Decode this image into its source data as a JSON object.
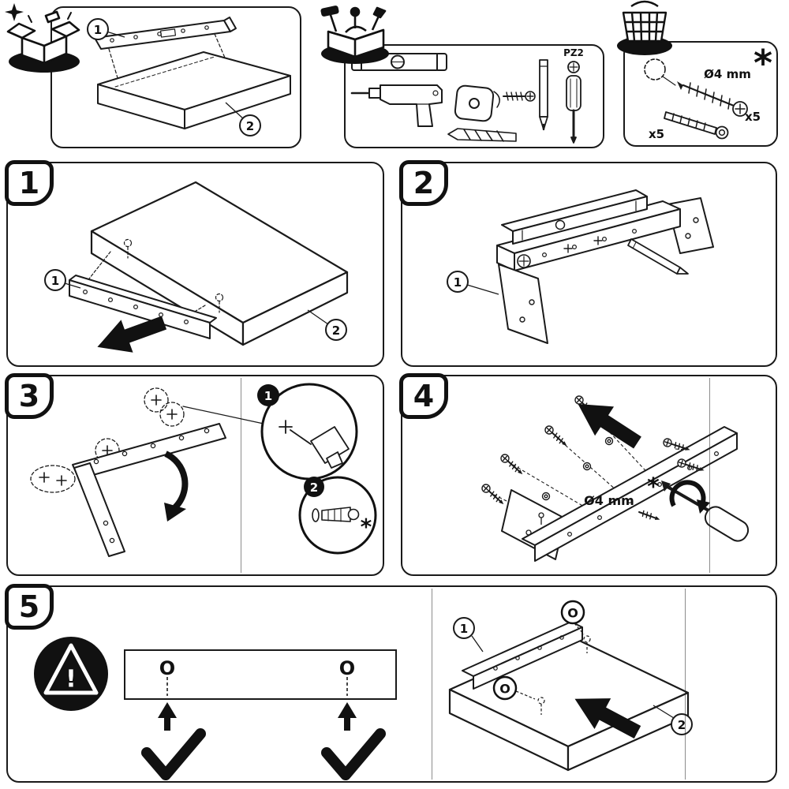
{
  "colors": {
    "ink": "#1a1a1a",
    "paper": "#ffffff"
  },
  "header": {
    "parts": {
      "bracket_callout": "1",
      "shelf_callout": "2"
    },
    "tools": {
      "screwdriver_bit_label": "PZ2"
    },
    "hardware": {
      "footnote_mark": "*",
      "screw_diameter": "Ø4 mm",
      "screw_qty": "x5",
      "plug_qty": "x5"
    }
  },
  "steps": [
    {
      "number": "1",
      "bracket_callout": "1",
      "shelf_callout": "2"
    },
    {
      "number": "2",
      "bracket_callout": "1"
    },
    {
      "number": "3",
      "drill_inset_label": "1",
      "plug_inset_label": "2",
      "footnote_mark": "*"
    },
    {
      "number": "4",
      "screw_diameter": "Ø4 mm",
      "footnote_mark": "*"
    },
    {
      "number": "5",
      "warning_mark": "!",
      "bracket_callout": "1",
      "shelf_callout": "2",
      "keyhole_front_left": "O",
      "keyhole_front_right": "O",
      "keyhole_iso_top": "O",
      "keyhole_iso_side": "O"
    }
  ]
}
